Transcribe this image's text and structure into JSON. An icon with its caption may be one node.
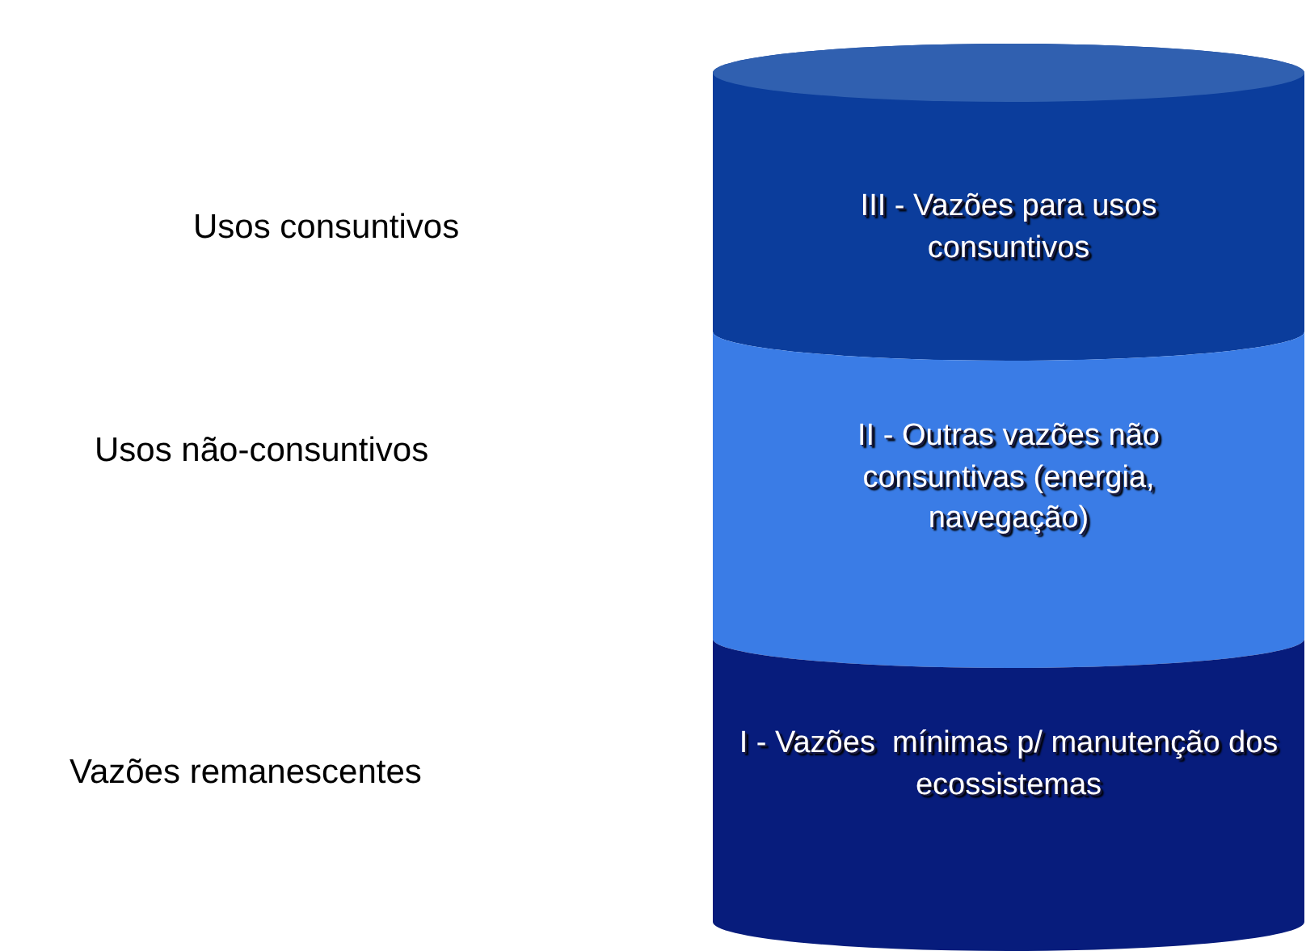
{
  "diagram": {
    "nodes": [
      {
        "text": [
          "III - Vazões para usos consuntivos"
        ]
      },
      {
        "text": [
          "II - Outras vazões não consuntivas (energia, navegação)"
        ]
      },
      {
        "text": [
          "I - Vazões  mínimas p/ manutenção dos ecossistemas"
        ]
      }
    ],
    "labels": [
      "Usos consuntivos",
      "Usos não-consuntivos",
      "Vazões remanescentes"
    ]
  }
}
